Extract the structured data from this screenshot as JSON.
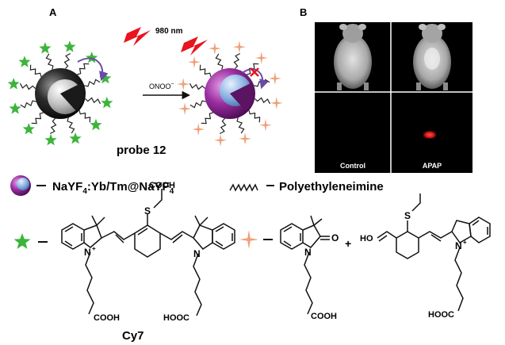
{
  "panel_a": {
    "label": "A",
    "wavelength": "980 nm",
    "reagent": "ONOO",
    "reagent_sup": "−",
    "probe_name": "probe 12"
  },
  "panel_b": {
    "label": "B",
    "control_label": "Control",
    "apap_label": "APAP"
  },
  "legend": {
    "np_label": "NaYF",
    "np_sub1": "4",
    "np_mid": ":Yb/Tm@NaYF",
    "np_sub2": "4",
    "pei_label": "Polyethyleneimine"
  },
  "cy7": {
    "name": "Cy7",
    "cooh_top": "COOH",
    "s": "S",
    "n": "N",
    "plus": "+",
    "cooh_left": "COOH",
    "hooc_right": "HOOC"
  },
  "products": {
    "o": "O",
    "n": "N",
    "cooh": "COOH",
    "plus": "+",
    "ho": "HO",
    "s": "S",
    "n2": "N",
    "n2_plus": "+",
    "hooc": "HOOC"
  },
  "colors": {
    "star_green": "#3cb43c",
    "spark_salmon": "#f0a07a",
    "bolt_red": "#e8141e",
    "shell_purple": "#8a2b8f",
    "core_blue": "#7aa6d6",
    "arrow_purple": "#6a4aa6"
  }
}
